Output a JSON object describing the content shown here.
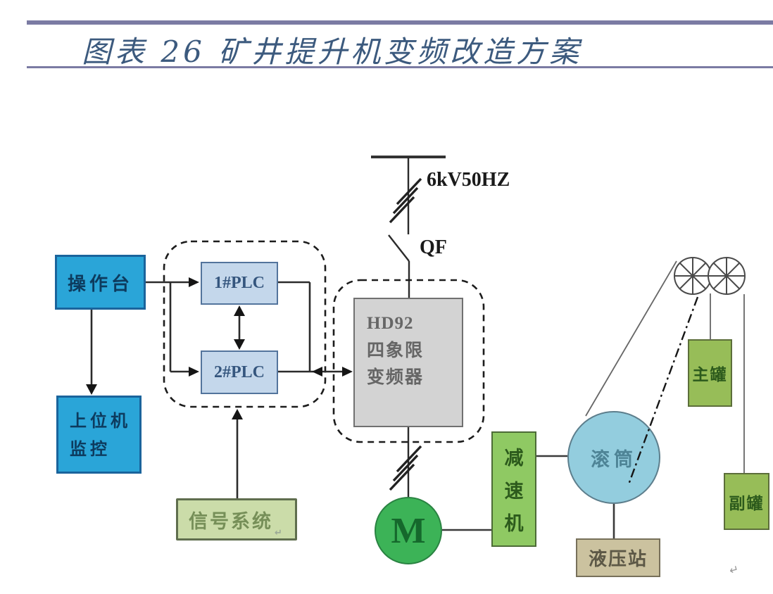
{
  "title": "图表 26 矿井提升机变频改造方案",
  "power": {
    "supply": "6kV50HZ",
    "breaker": "QF"
  },
  "nodes": {
    "console": "操作台",
    "host_monitor": {
      "line1": "上位机",
      "line2": "监控"
    },
    "plc1": "1#PLC",
    "plc2": "2#PLC",
    "inverter": {
      "line1": "HD92",
      "line2": "四象限",
      "line3": "变频器"
    },
    "signal_system": "信号系统",
    "motor": "M",
    "reducer": {
      "c1": "减",
      "c2": "速",
      "c3": "机"
    },
    "drum": "滚筒",
    "hydraulic_station": "液压站",
    "main_cage": "主罐",
    "aux_cage": "副罐"
  },
  "marks": {
    "line_break": "↵"
  },
  "colors": {
    "rule": "#7b7ba3",
    "title_text": "#3c5a7e",
    "console_fill": "#2aa5d8",
    "plc_fill": "#c4d7eb",
    "inverter_fill": "#d3d3d3",
    "signal_fill": "#cbdca9",
    "reducer_fill": "#8fc963",
    "motor_fill": "#3cb357",
    "drum_fill": "#93cdde",
    "hydraulic_fill": "#cbc29f",
    "cage_fill": "#97bd58",
    "wire": "#2b2b2b"
  }
}
